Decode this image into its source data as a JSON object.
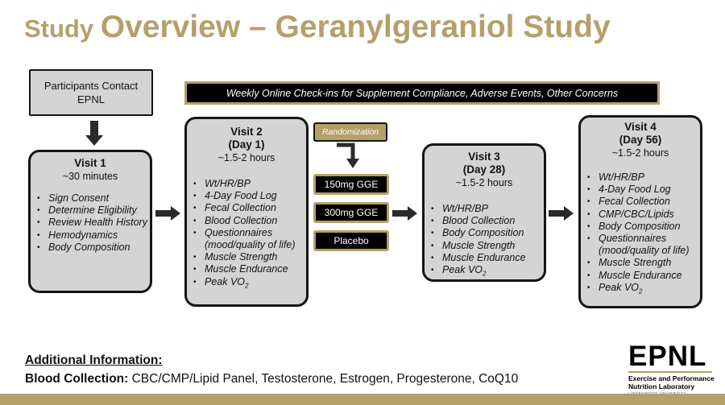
{
  "title": {
    "part1": "Study ",
    "part2": "Overview – Geranylgeraniol Study"
  },
  "contact": {
    "line1": "Participants Contact",
    "line2": "EPNL"
  },
  "banner": "Weekly Online Check-ins for Supplement Compliance, Adverse Events, Other Concerns",
  "visit1": {
    "title": "Visit 1",
    "duration": "~30 minutes",
    "items": [
      "Sign Consent",
      "Determine Eligibility",
      "Review Health History",
      "Hemodynamics",
      "Body Composition"
    ]
  },
  "visit2": {
    "title": "Visit 2",
    "day": "(Day 1)",
    "duration": "~1.5-2 hours",
    "items": [
      "Wt/HR/BP",
      "4-Day Food Log",
      "Fecal Collection",
      "Blood Collection",
      "Questionnaires (mood/quality of life)",
      "Muscle Strength",
      "Muscle Endurance",
      "Peak VO"
    ]
  },
  "randomization": "Randomization",
  "groups": [
    "150mg GGE",
    "300mg GGE",
    "Placebo"
  ],
  "visit3": {
    "title": "Visit 3",
    "day": "(Day 28)",
    "duration": "~1.5-2 hours",
    "items": [
      "Wt/HR/BP",
      "Blood Collection",
      "Body Composition",
      "Muscle Strength",
      "Muscle Endurance",
      "Peak VO"
    ]
  },
  "visit4": {
    "title": "Visit 4",
    "day": "(Day 56)",
    "duration": "~1.5-2 hours",
    "items": [
      "Wt/HR/BP",
      "4-Day Food Log",
      "Fecal Collection",
      "CMP/CBC/Lipids",
      "Body Composition",
      "Questionnaires (mood/quality of life)",
      "Muscle Strength",
      "Muscle Endurance",
      "Peak VO"
    ]
  },
  "subscript_2": "2",
  "additional": {
    "heading": "Additional Information:",
    "label": "Blood Collection:",
    "text": " CBC/CMP/Lipid Panel, Testosterone, Estrogen, Progesterone, CoQ10"
  },
  "logo": {
    "name": "EPNL",
    "line1": "Exercise and Performance",
    "line2": "Nutrition Laboratory",
    "line3": "LINDENWOOD UNIVERSITY"
  },
  "colors": {
    "gold": "#b5a06a",
    "box_fill": "#d4d4d4",
    "border": "#151515"
  }
}
